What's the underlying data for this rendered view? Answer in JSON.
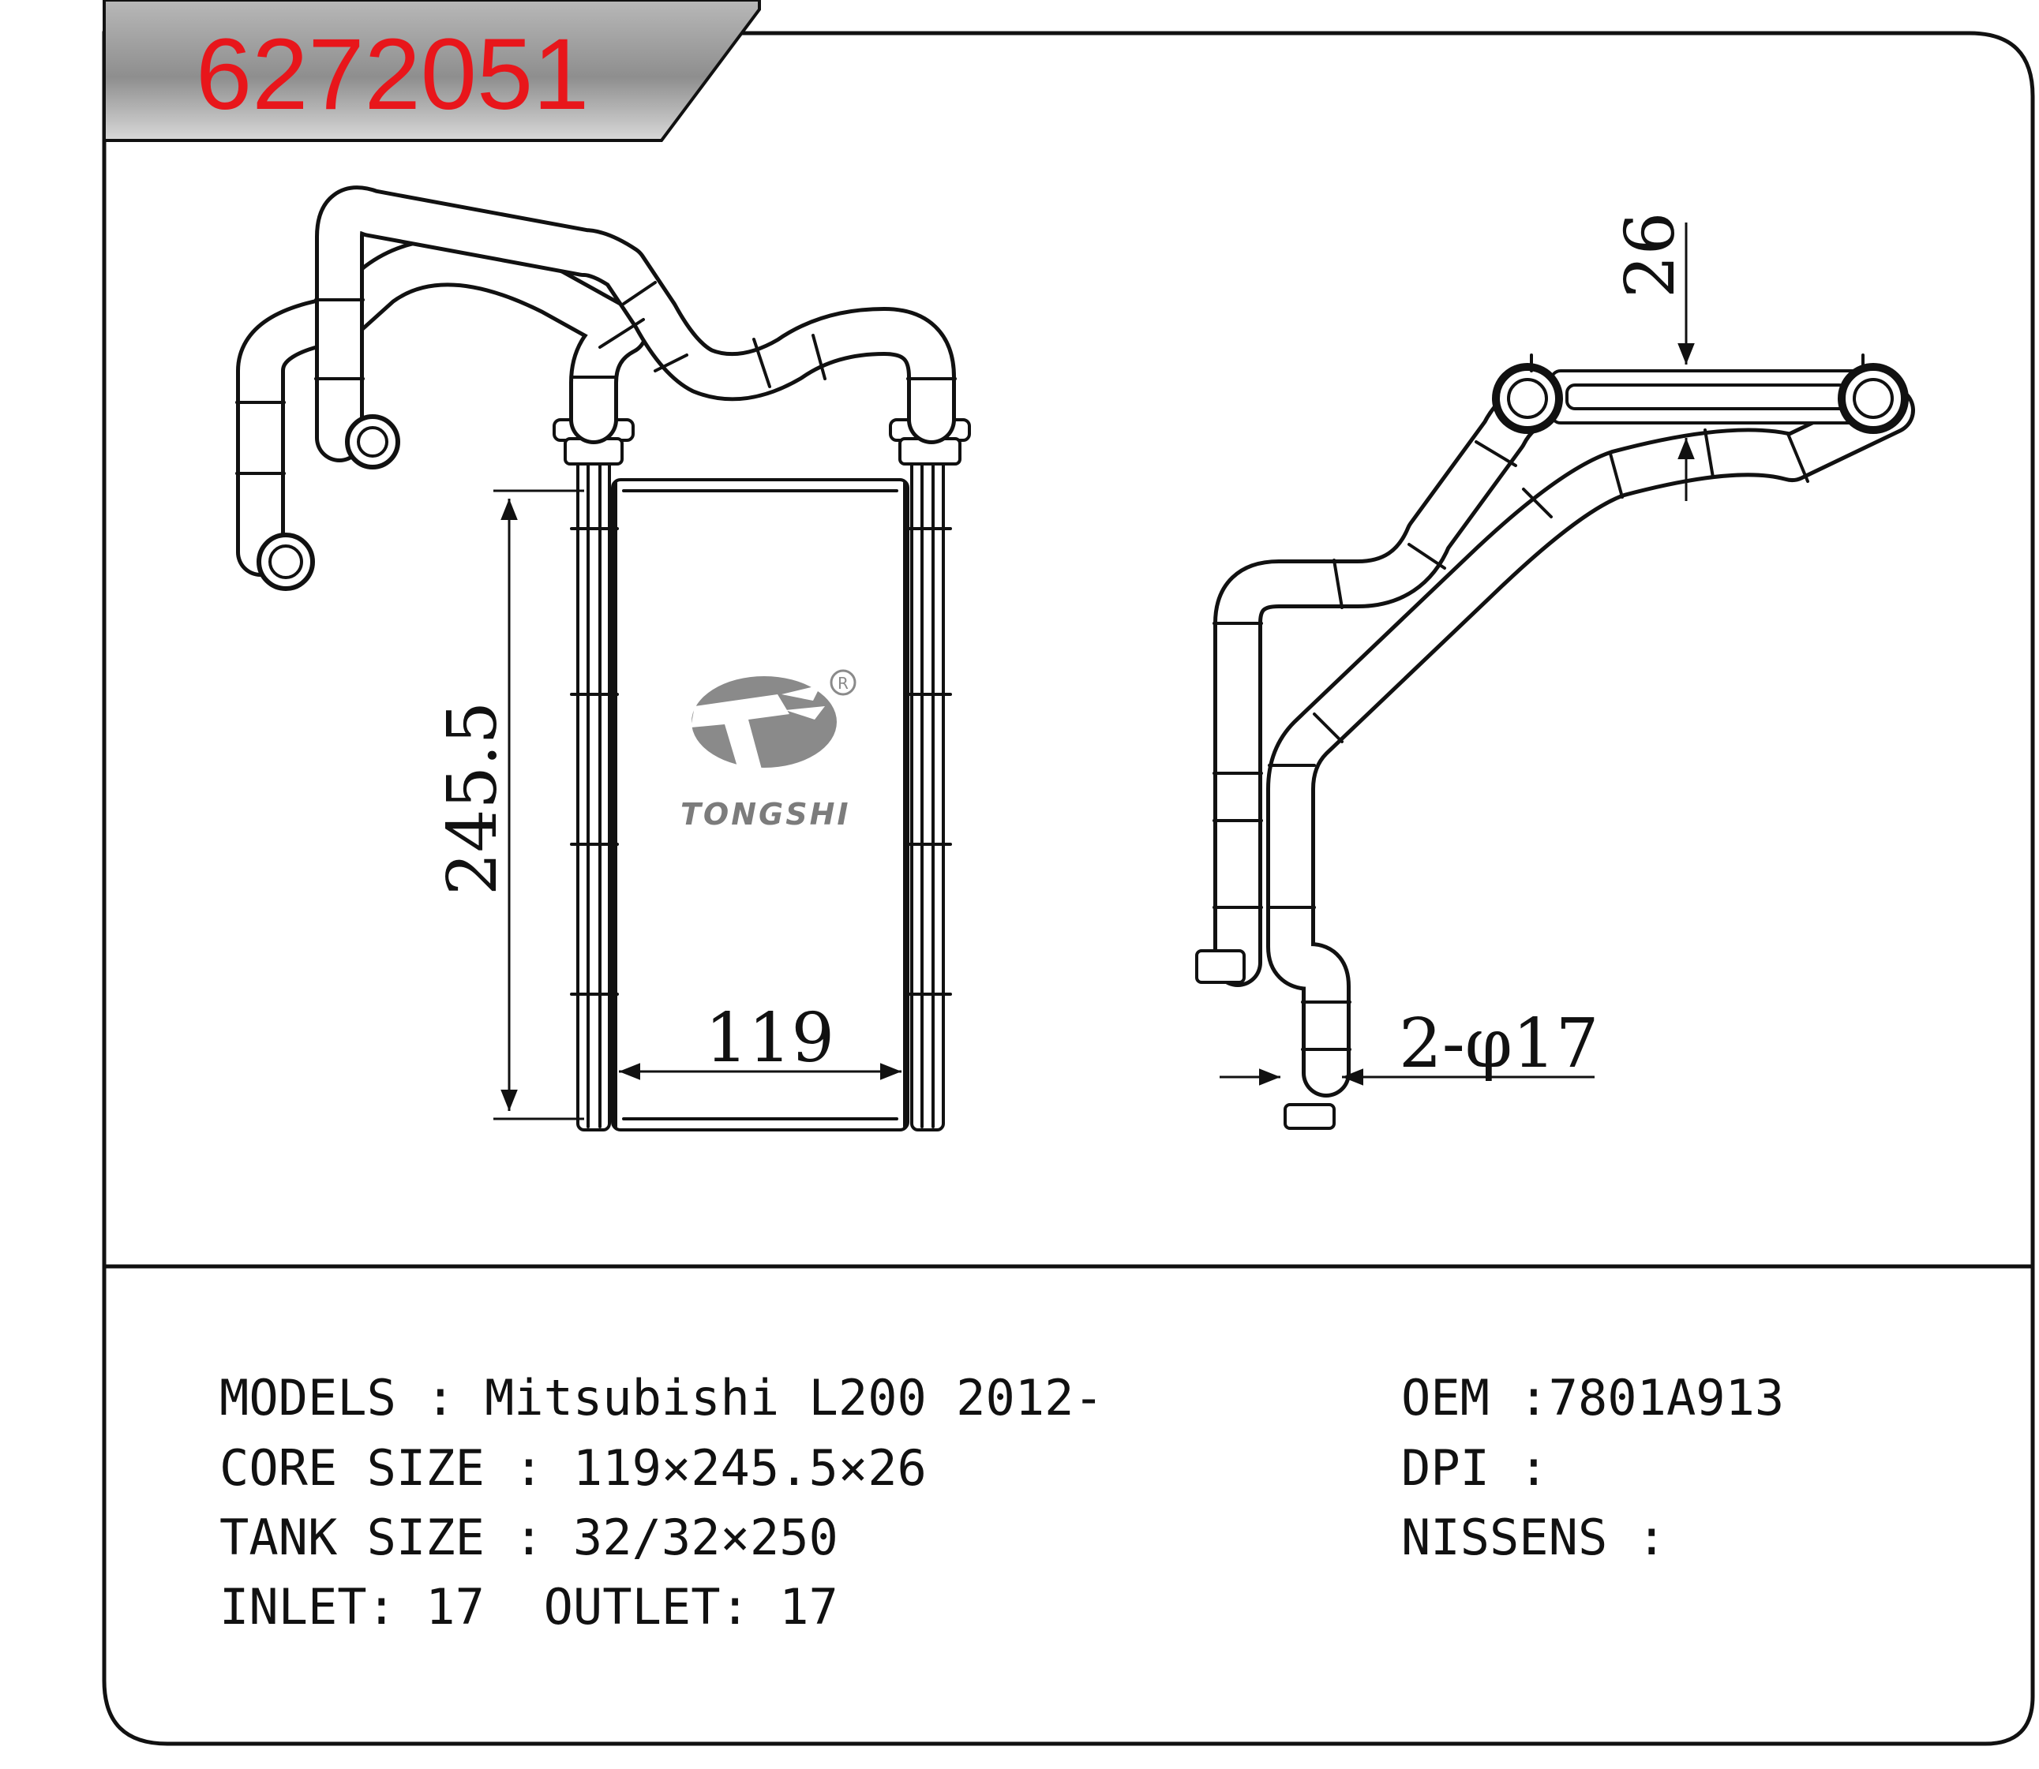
{
  "header": {
    "part_number": "6272051"
  },
  "brand": {
    "name": "TONGSHI",
    "registered_mark": "R"
  },
  "dimensions": {
    "height": "245.5",
    "width": "119",
    "thickness": "26",
    "pipe": "2-φ17"
  },
  "specs": {
    "models": "MODELS : Mitsubishi L200 2012-",
    "core_size": "CORE SIZE : 119×245.5×26",
    "tank_size": "TANK SIZE : 32/32×250",
    "inlet_outlet": "INLET: 17  OUTLET: 17",
    "oem": "OEM :7801A913",
    "dpi": "DPI :",
    "nissens": "NISSENS :"
  },
  "colors": {
    "title": "#e8161b",
    "banner": "#9a9a9a",
    "line": "#111111",
    "logo": "#7c7c7c"
  }
}
